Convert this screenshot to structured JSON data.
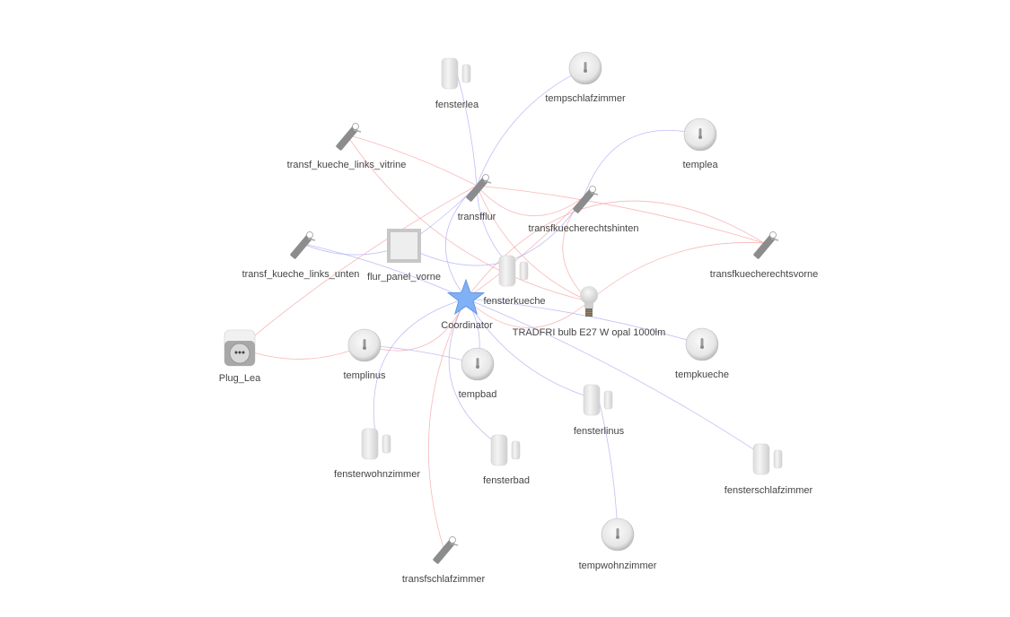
{
  "title": "Zigbee network map",
  "colors": {
    "router_link": "#f5a0a0",
    "enddevice_link": "#a9a9f5",
    "coordinator": "#80b0f5",
    "label": "#444444"
  },
  "nodes": [
    {
      "id": "coordinator",
      "label": "Coordinator",
      "type": "coordinator"
    },
    {
      "id": "fensterlea",
      "label": "fensterlea",
      "type": "contact-sensor"
    },
    {
      "id": "tempschlafzimmer",
      "label": "tempschlafzimmer",
      "type": "temp-sensor"
    },
    {
      "id": "transf_kueche_links_vitrine",
      "label": "transf_kueche_links_vitrine",
      "type": "led-driver"
    },
    {
      "id": "templea",
      "label": "templea",
      "type": "temp-sensor"
    },
    {
      "id": "transfflur",
      "label": "transfflur",
      "type": "led-driver"
    },
    {
      "id": "transfkuecherechtshinten",
      "label": "transfkuecherechtshinten",
      "type": "led-driver"
    },
    {
      "id": "transf_kueche_links_unten",
      "label": "transf_kueche_links_unten",
      "type": "led-driver"
    },
    {
      "id": "flur_panel_vorne",
      "label": "flur_panel_vorne",
      "type": "panel"
    },
    {
      "id": "transfkuecherechtsvorne",
      "label": "transfkuecherechtsvorne",
      "type": "led-driver"
    },
    {
      "id": "fensterkueche",
      "label": "fensterkueche",
      "type": "contact-sensor"
    },
    {
      "id": "tradfri",
      "label": "TRADFRI bulb E27 W opal 1000lm",
      "type": "bulb"
    },
    {
      "id": "plug_lea",
      "label": "Plug_Lea",
      "type": "plug"
    },
    {
      "id": "templinus",
      "label": "templinus",
      "type": "temp-sensor"
    },
    {
      "id": "tempbad",
      "label": "tempbad",
      "type": "temp-sensor"
    },
    {
      "id": "tempkueche",
      "label": "tempkueche",
      "type": "temp-sensor"
    },
    {
      "id": "fensterlinus",
      "label": "fensterlinus",
      "type": "contact-sensor"
    },
    {
      "id": "fensterwohnzimmer",
      "label": "fensterwohnzimmer",
      "type": "contact-sensor"
    },
    {
      "id": "fensterbad",
      "label": "fensterbad",
      "type": "contact-sensor"
    },
    {
      "id": "fensterschlafzimmer",
      "label": "fensterschlafzimmer",
      "type": "contact-sensor"
    },
    {
      "id": "transfschlafzimmer",
      "label": "transfschlafzimmer",
      "type": "led-driver"
    },
    {
      "id": "tempwohnzimmer",
      "label": "tempwohnzimmer",
      "type": "temp-sensor"
    }
  ],
  "links": [
    {
      "source": "fensterlea",
      "target": "transfflur",
      "kind": "enddevice"
    },
    {
      "source": "tempschlafzimmer",
      "target": "transfflur",
      "kind": "enddevice"
    },
    {
      "source": "templea",
      "target": "transfkuecherechtshinten",
      "kind": "enddevice"
    },
    {
      "source": "transf_kueche_links_vitrine",
      "target": "transfflur",
      "kind": "router"
    },
    {
      "source": "transf_kueche_links_vitrine",
      "target": "tradfri",
      "kind": "router"
    },
    {
      "source": "transfflur",
      "target": "transfkuecherechtshinten",
      "kind": "router"
    },
    {
      "source": "transfflur",
      "target": "transfkuecherechtsvorne",
      "kind": "router"
    },
    {
      "source": "transfflur",
      "target": "tradfri",
      "kind": "router"
    },
    {
      "source": "transfflur",
      "target": "coordinator",
      "kind": "enddevice"
    },
    {
      "source": "transfflur",
      "target": "flur_panel_vorne",
      "kind": "enddevice"
    },
    {
      "source": "transfflur",
      "target": "fensterkueche",
      "kind": "enddevice"
    },
    {
      "source": "transfkuecherechtshinten",
      "target": "tradfri",
      "kind": "router"
    },
    {
      "source": "transfkuecherechtshinten",
      "target": "coordinator",
      "kind": "router"
    },
    {
      "source": "transfkuecherechtsvorne",
      "target": "tradfri",
      "kind": "router"
    },
    {
      "source": "transfkuecherechtsvorne",
      "target": "coordinator",
      "kind": "router"
    },
    {
      "source": "transf_kueche_links_unten",
      "target": "coordinator",
      "kind": "enddevice"
    },
    {
      "source": "transf_kueche_links_unten",
      "target": "flur_panel_vorne",
      "kind": "enddevice"
    },
    {
      "source": "flur_panel_vorne",
      "target": "transfkuecherechtshinten",
      "kind": "enddevice"
    },
    {
      "source": "plug_lea",
      "target": "transfflur",
      "kind": "router"
    },
    {
      "source": "plug_lea",
      "target": "templinus",
      "kind": "router"
    },
    {
      "source": "templinus",
      "target": "coordinator",
      "kind": "router"
    },
    {
      "source": "templinus",
      "target": "tempbad",
      "kind": "enddevice"
    },
    {
      "source": "tempbad",
      "target": "coordinator",
      "kind": "enddevice"
    },
    {
      "source": "coordinator",
      "target": "tradfri",
      "kind": "router"
    },
    {
      "source": "coordinator",
      "target": "tempkueche",
      "kind": "enddevice"
    },
    {
      "source": "coordinator",
      "target": "fensterlinus",
      "kind": "enddevice"
    },
    {
      "source": "coordinator",
      "target": "fensterwohnzimmer",
      "kind": "enddevice"
    },
    {
      "source": "coordinator",
      "target": "fensterschlafzimmer",
      "kind": "enddevice"
    },
    {
      "source": "coordinator",
      "target": "transfschlafzimmer",
      "kind": "router"
    },
    {
      "source": "coordinator",
      "target": "fensterbad",
      "kind": "enddevice"
    },
    {
      "source": "fensterlinus",
      "target": "tempwohnzimmer",
      "kind": "enddevice"
    }
  ]
}
